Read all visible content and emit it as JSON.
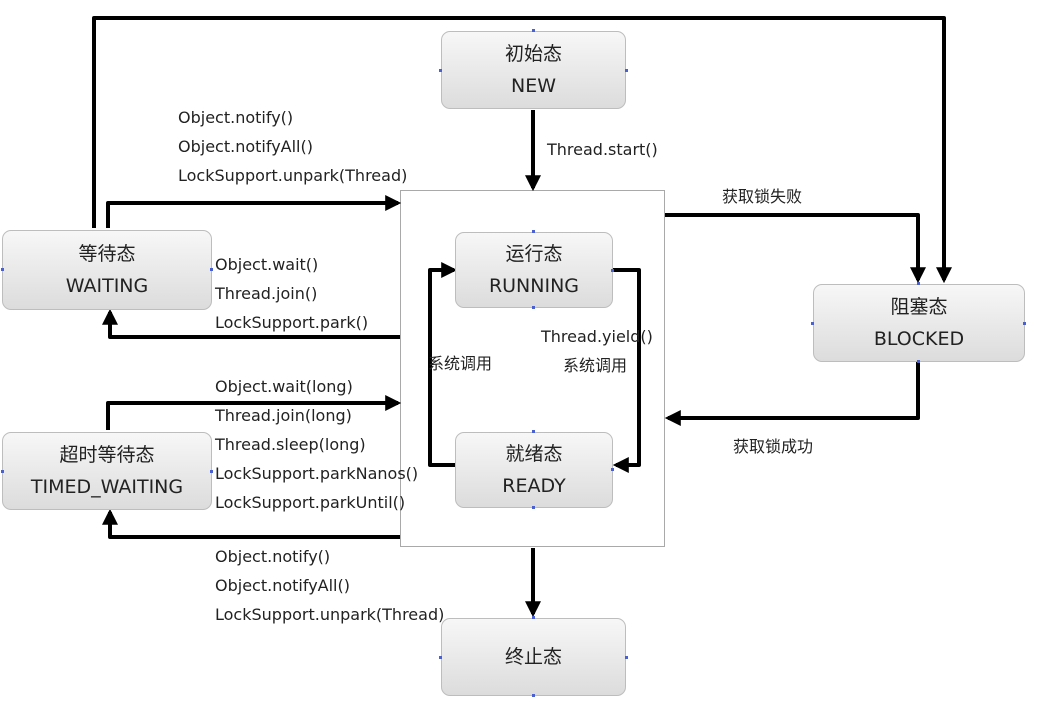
{
  "states": {
    "new": {
      "zh": "初始态",
      "en": "NEW"
    },
    "running": {
      "zh": "运行态",
      "en": "RUNNING"
    },
    "ready": {
      "zh": "就绪态",
      "en": "READY"
    },
    "waiting": {
      "zh": "等待态",
      "en": "WAITING"
    },
    "timed_waiting": {
      "zh": "超时等待态",
      "en": "TIMED_WAITING"
    },
    "blocked": {
      "zh": "阻塞态",
      "en": "BLOCKED"
    },
    "terminated": {
      "zh": "终止态"
    }
  },
  "transitions": {
    "start": "Thread.start()",
    "waiting_to_runnable": [
      "Object.notify()",
      "Object.notifyAll()",
      "LockSupport.unpark(Thread)"
    ],
    "runnable_to_waiting": [
      "Object.wait()",
      "Thread.join()",
      "LockSupport.park()"
    ],
    "runnable_to_timed": [
      "Object.wait(long)",
      "Thread.join(long)",
      "Thread.sleep(long)",
      "LockSupport.parkNanos()",
      "LockSupport.parkUntil()"
    ],
    "timed_to_runnable": [
      "Object.notify()",
      "Object.notifyAll()",
      "LockSupport.unpark(Thread)"
    ],
    "ready_to_running": "系统调用",
    "running_to_ready": [
      "Thread.yield()",
      "系统调用"
    ],
    "lock_fail": "获取锁失败",
    "lock_success": "获取锁成功"
  },
  "colors": {
    "arrow": "#000000",
    "box_border": "#bdbdbd",
    "handle": "#4a5fd0"
  }
}
